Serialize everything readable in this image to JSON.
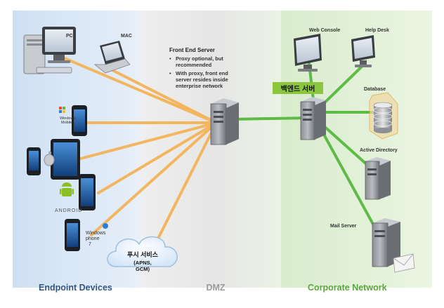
{
  "zones": {
    "endpoint": "Endpoint Devices",
    "dmz": "DMZ",
    "corporate": "Corporate Network"
  },
  "front_end": {
    "title": "Front End Server",
    "bullet1_line1": "Proxy optional, but",
    "bullet1_line2": "recommended",
    "bullet2_line1": "With proxy, front end",
    "bullet2_line2": "server resides inside",
    "bullet2_line3": "enterprise network"
  },
  "backend_label": "백엔드 서버",
  "push_cloud": {
    "line1": "푸시 서비스",
    "line2": "(APNS,",
    "line3": "GCM)"
  },
  "devices": {
    "pc": "PC",
    "mac": "MAC",
    "windows_mobile_line1": "Windows",
    "windows_mobile_line2": "Mobile",
    "android": "ANDROID",
    "windows_phone_line1": "Windows",
    "windows_phone_line2": "phone",
    "windows_phone_line3": "7"
  },
  "corporate_nodes": {
    "web_console": "Web Console",
    "help_desk": "Help Desk",
    "database": "Database",
    "active_directory": "Active Directory",
    "mail_server": "Mail Server"
  },
  "colors": {
    "orange_line": "#f5b050",
    "green_line": "#5dbb46",
    "endpoint_title": "#2f5580",
    "dmz_title": "#9a9a9a",
    "corporate_title": "#5aa53c",
    "backend_box": "#8cc63f"
  }
}
